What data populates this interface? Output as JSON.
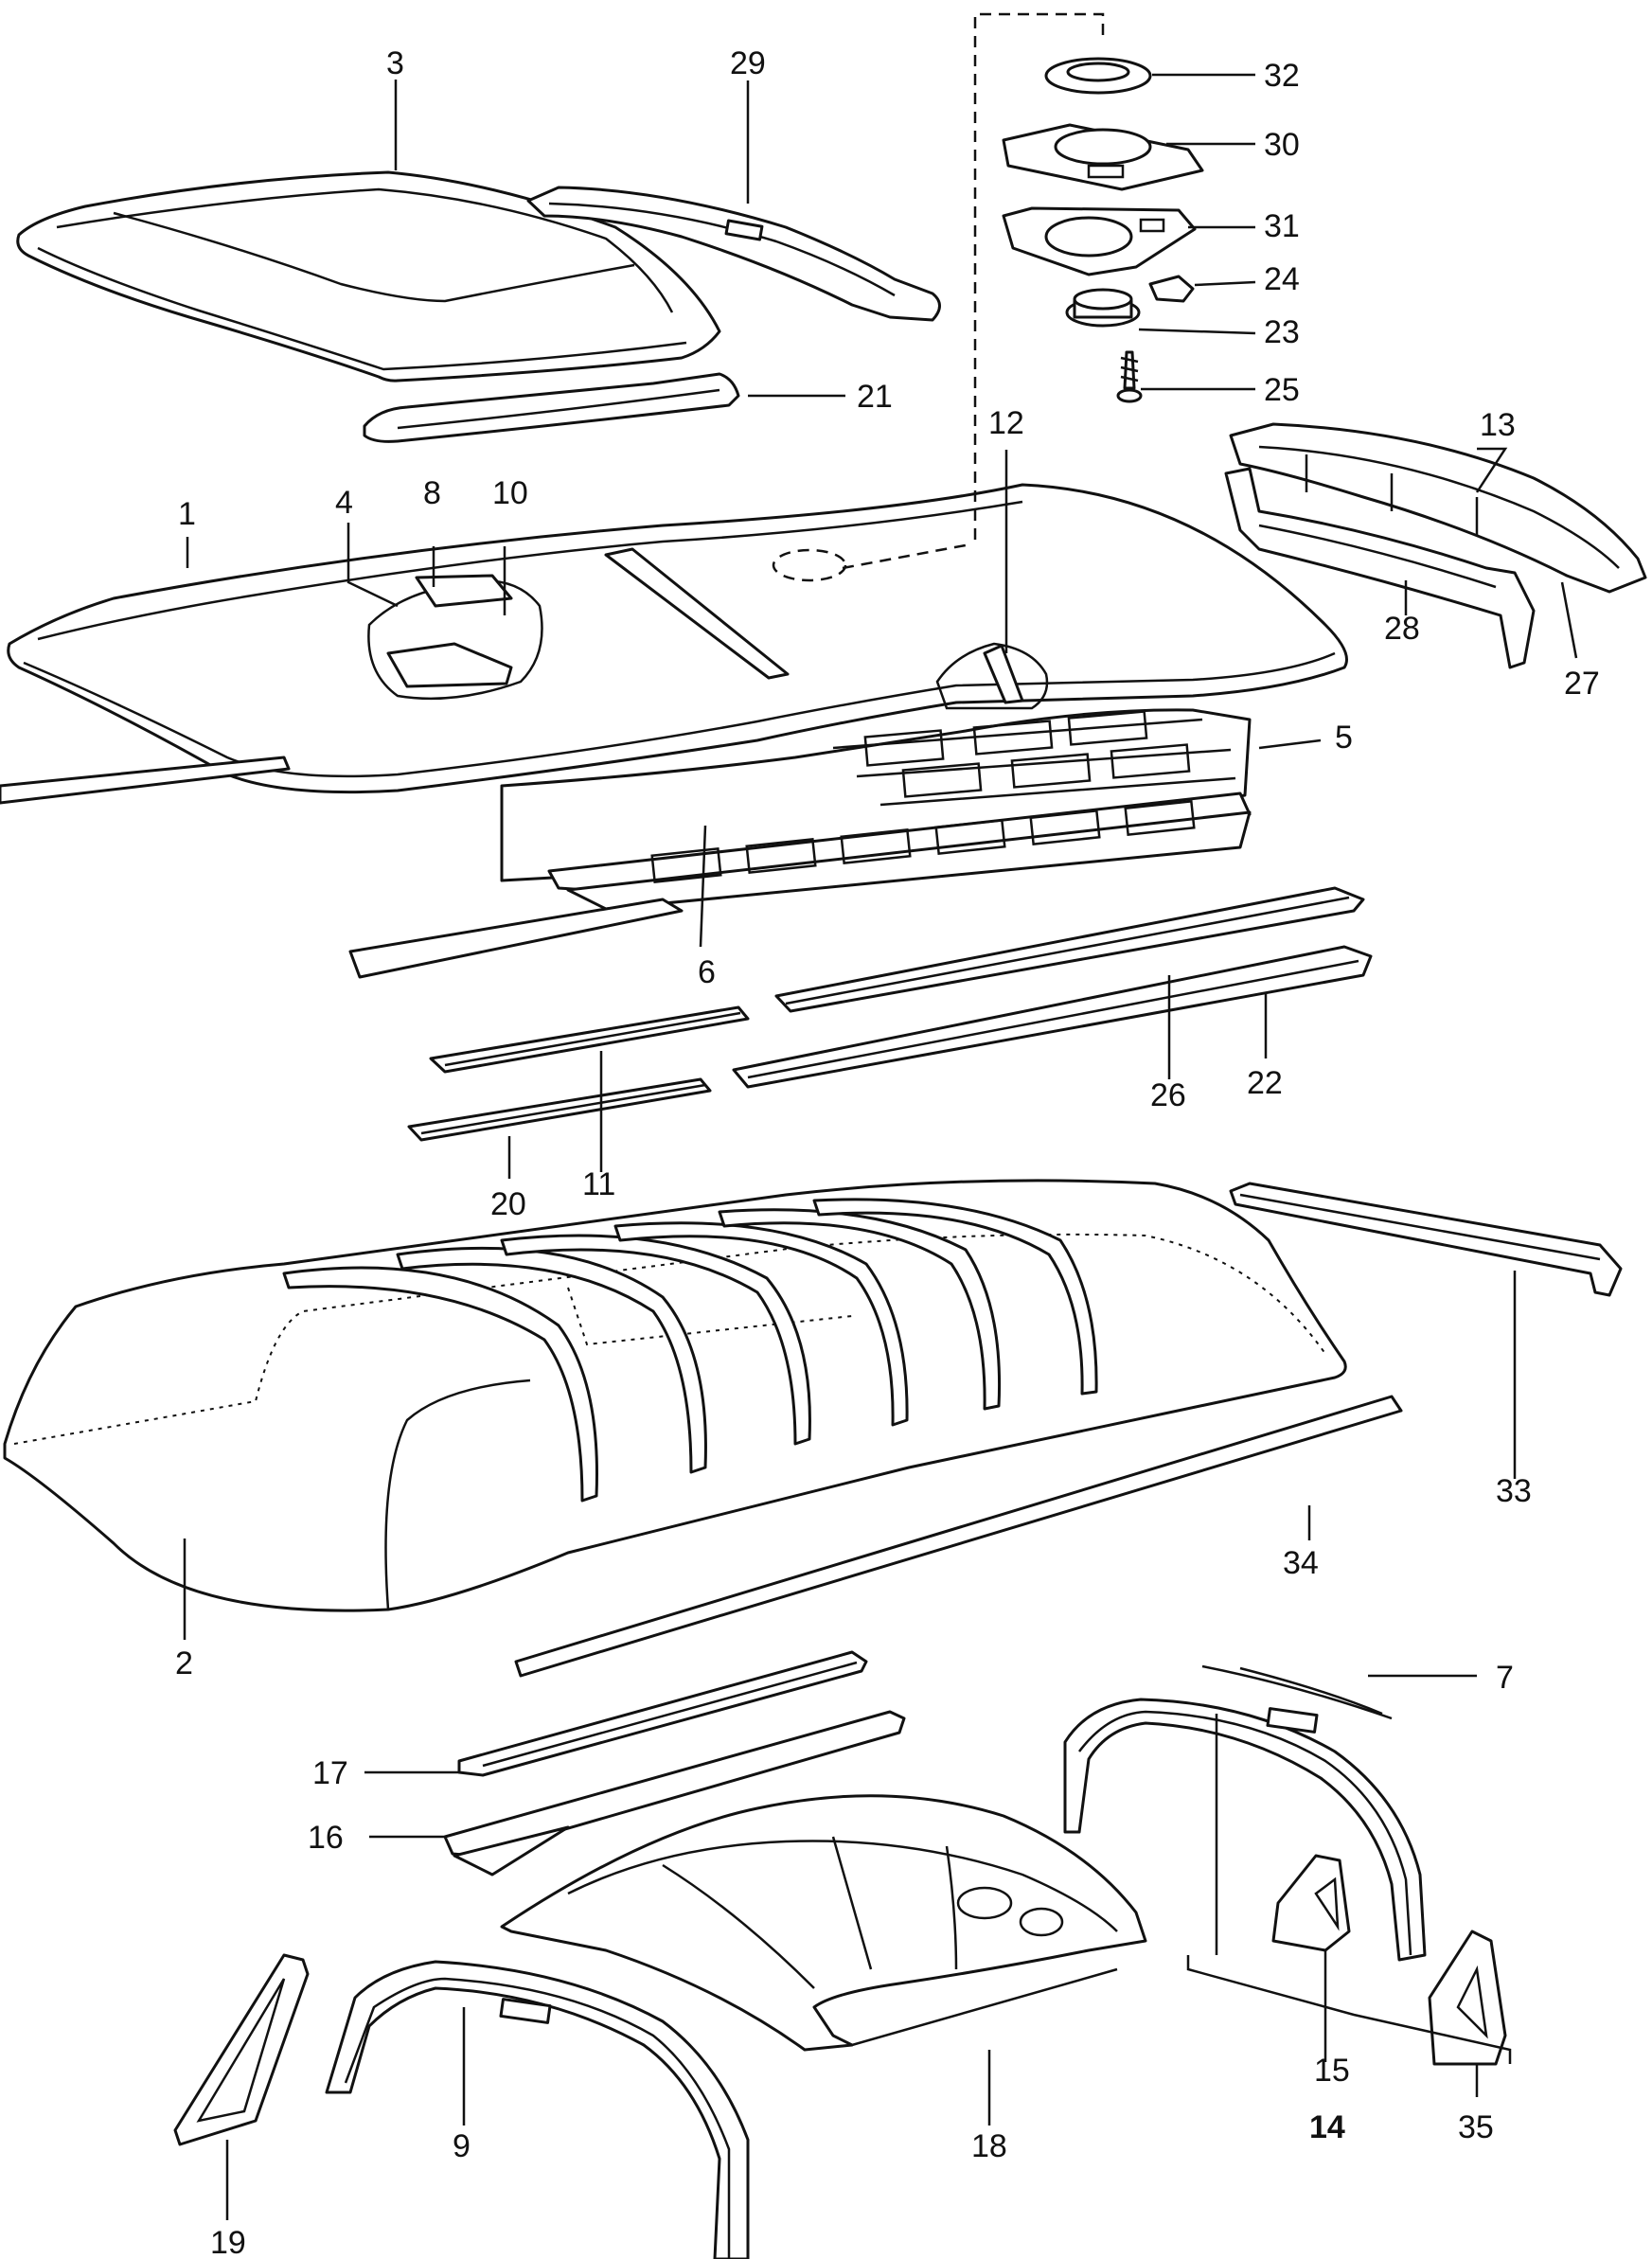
{
  "diagram": {
    "callouts": {
      "c1": "1",
      "c2": "2",
      "c3": "3",
      "c4": "4",
      "c5": "5",
      "c6": "6",
      "c7": "7",
      "c8": "8",
      "c9": "9",
      "c10": "10",
      "c11": "11",
      "c12": "12",
      "c13": "13",
      "c14": "14",
      "c15": "15",
      "c16": "16",
      "c17": "17",
      "c18": "18",
      "c19": "19",
      "c20": "20",
      "c21": "21",
      "c22": "22",
      "c23": "23",
      "c24": "24",
      "c25": "25",
      "c26": "26",
      "c27": "27",
      "c28": "28",
      "c29": "29",
      "c30": "30",
      "c31": "31",
      "c32": "32",
      "c33": "33",
      "c34": "34",
      "c35": "35"
    }
  }
}
